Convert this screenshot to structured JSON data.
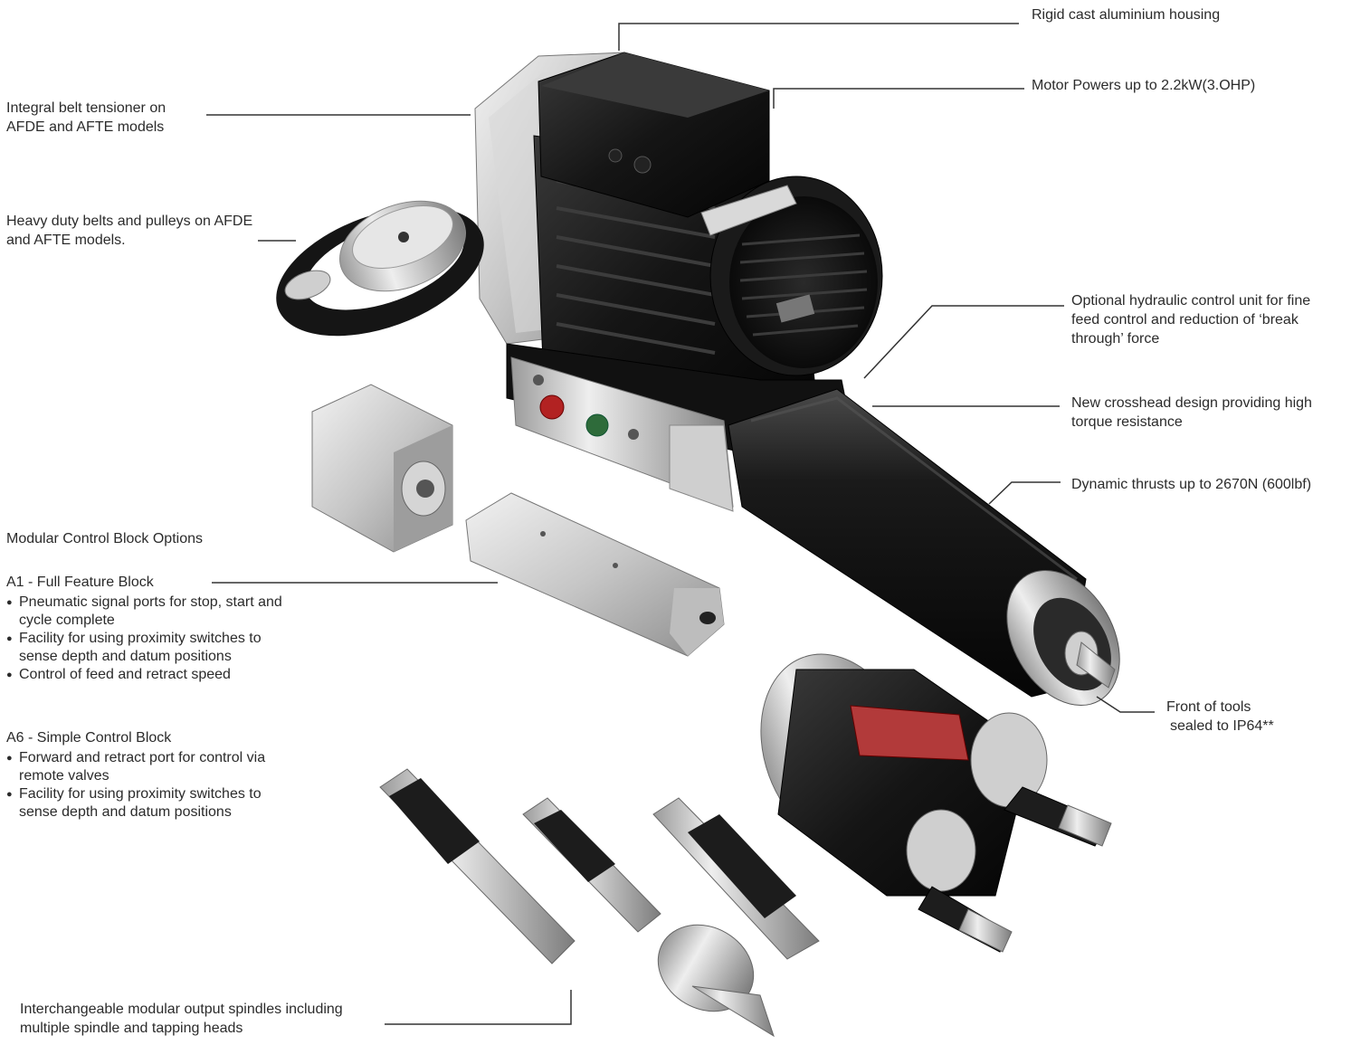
{
  "callouts": {
    "housing": "Rigid cast aluminium housing",
    "motor": "Motor Powers up to 2.2kW(3.OHP)",
    "belt_tensioner": [
      "Integral belt tensioner on",
      "AFDE and AFTE models"
    ],
    "belts_pulleys": [
      "Heavy duty belts and pulleys on AFDE",
      "and AFTE models."
    ],
    "hydraulic": [
      "Optional hydraulic control unit for fine",
      "feed control and reduction of ‘break",
      "through’ force"
    ],
    "crosshead": [
      "New crosshead design providing high",
      "torque resistance"
    ],
    "thrust": "Dynamic thrusts up to 2670N (600lbf)",
    "front_seal": [
      "Front of tools",
      "sealed to IP64**"
    ],
    "spindles": [
      "Interchangeable modular output spindles including",
      "multiple spindle and tapping heads"
    ]
  },
  "control_blocks": {
    "heading": "Modular Control Block Options",
    "a1": {
      "title": "A1 - Full Feature Block",
      "bullets": [
        [
          "Pneumatic signal ports for stop, start and",
          "cycle complete"
        ],
        [
          "Facility for using proximity switches to",
          "sense depth and datum positions"
        ],
        [
          "Control of feed and retract speed"
        ]
      ]
    },
    "a6": {
      "title": "A6 - Simple Control Block",
      "bullets": [
        [
          "Forward and retract port for control via",
          "remote valves"
        ],
        [
          "Facility for using proximity switches to",
          "sense depth and datum positions"
        ]
      ]
    }
  },
  "colors": {
    "motor_black": "#161616",
    "aluminium": "#c9c9c9",
    "tube_black": "#1c1c1c",
    "leader": "#333333"
  }
}
